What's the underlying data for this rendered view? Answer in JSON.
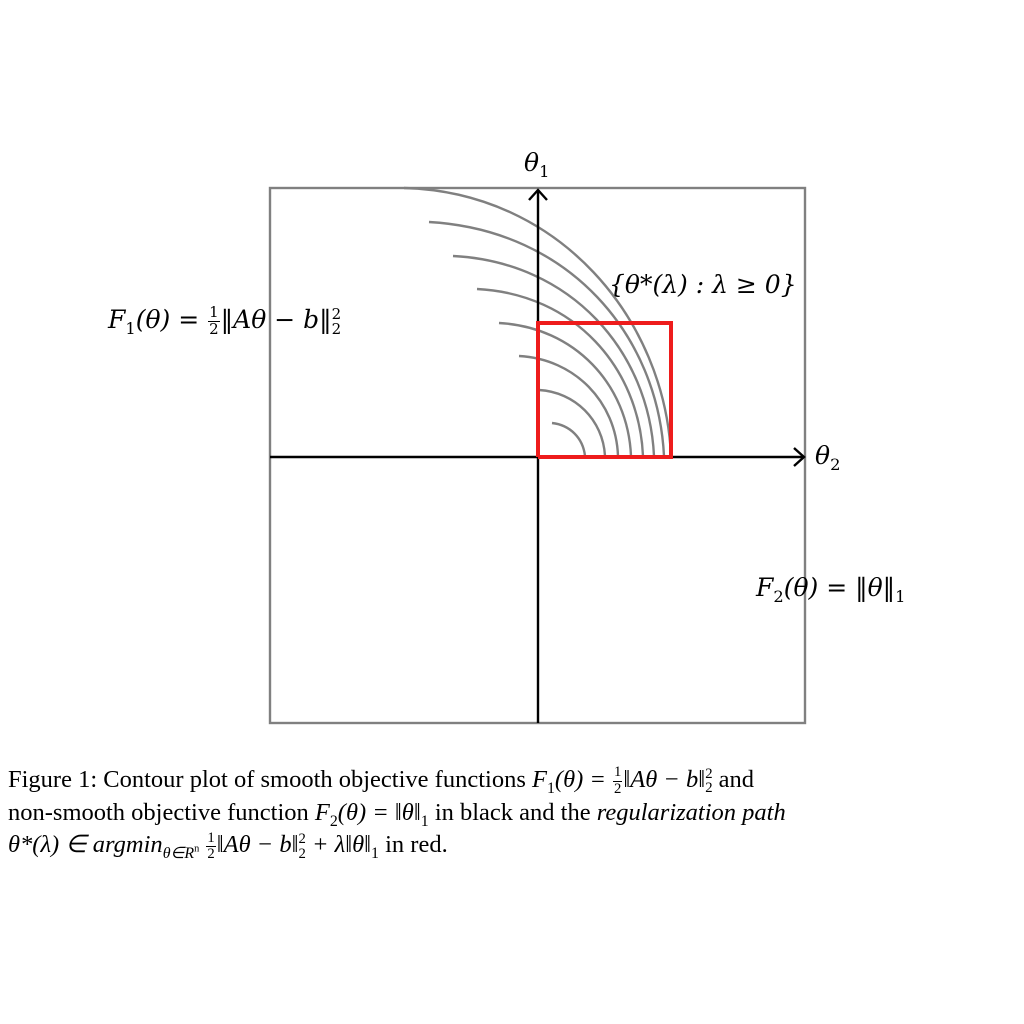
{
  "figure": {
    "axis_labels": {
      "theta1": "θ",
      "theta1_sub": "1",
      "theta2": "θ",
      "theta2_sub": "2"
    },
    "labels": {
      "f1_prefix": "F",
      "f1_sub": "1",
      "f1_arg": "(θ) = ",
      "f1_frac_num": "1",
      "f1_frac_den": "2",
      "f1_body": "‖Aθ − b‖",
      "f1_sub2": "2",
      "f1_sup2": "2",
      "f2_prefix": "F",
      "f2_sub": "2",
      "f2_body": "(θ) = ‖θ‖",
      "f2_sub1": "1",
      "path_label": "{θ*(λ) : λ ≥ 0}"
    },
    "colors": {
      "frame": "#808080",
      "contour": "#808080",
      "axis": "#000000",
      "path": "#ee1c1c"
    }
  },
  "caption": {
    "line1_a": "Figure 1: Contour plot of smooth objective functions ",
    "line1_math": "F",
    "line1_sub": "1",
    "line1_b": "(θ) = ",
    "line1_frac_num": "1",
    "line1_frac_den": "2",
    "line1_c": "‖Aθ − b‖",
    "line1_csub": "2",
    "line1_csup": "2",
    "line1_d": " and",
    "line2_a": "non-smooth objective function ",
    "line2_math": "F",
    "line2_sub": "2",
    "line2_b": "(θ) = ‖θ‖",
    "line2_bsub": "1",
    "line2_c": " in black and the ",
    "line2_it": "regularization path",
    "line3_a": "θ*(λ) ∈ argmin",
    "line3_sub": "θ∈R",
    "line3_subsup": "n",
    "line3_frac_num": "1",
    "line3_frac_den": "2",
    "line3_b": "‖Aθ − b‖",
    "line3_bsub": "2",
    "line3_bsup": "2",
    "line3_c": " + λ‖θ‖",
    "line3_csub": "1",
    "line3_d": " in red."
  }
}
